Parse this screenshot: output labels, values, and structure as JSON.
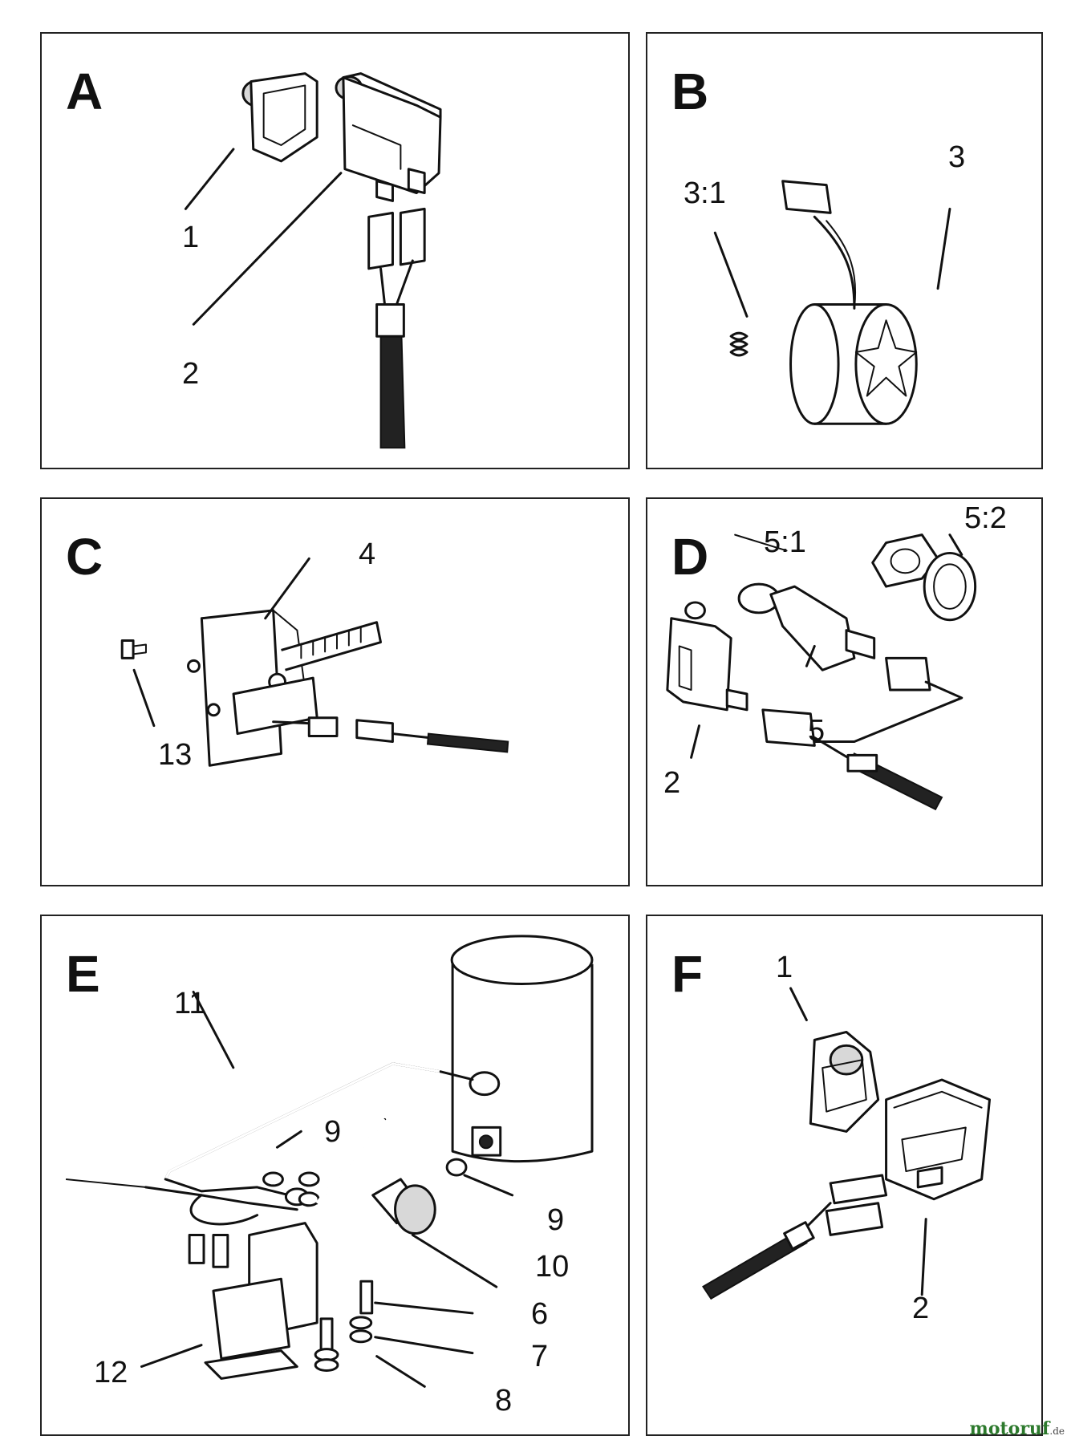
{
  "panels": [
    {
      "letter": "A",
      "callouts": [
        "1",
        "2"
      ]
    },
    {
      "letter": "B",
      "callouts": [
        "3:1",
        "3"
      ]
    },
    {
      "letter": "C",
      "callouts": [
        "4",
        "13"
      ]
    },
    {
      "letter": "D",
      "callouts": [
        "5:1",
        "5:2",
        "5",
        "2"
      ]
    },
    {
      "letter": "E",
      "callouts": [
        "11",
        "9",
        "9",
        "10",
        "6",
        "7",
        "8",
        "12"
      ]
    },
    {
      "letter": "F",
      "callouts": [
        "1",
        "2"
      ]
    }
  ],
  "watermark": {
    "brand": "motoruf",
    "suffix": ".de"
  }
}
